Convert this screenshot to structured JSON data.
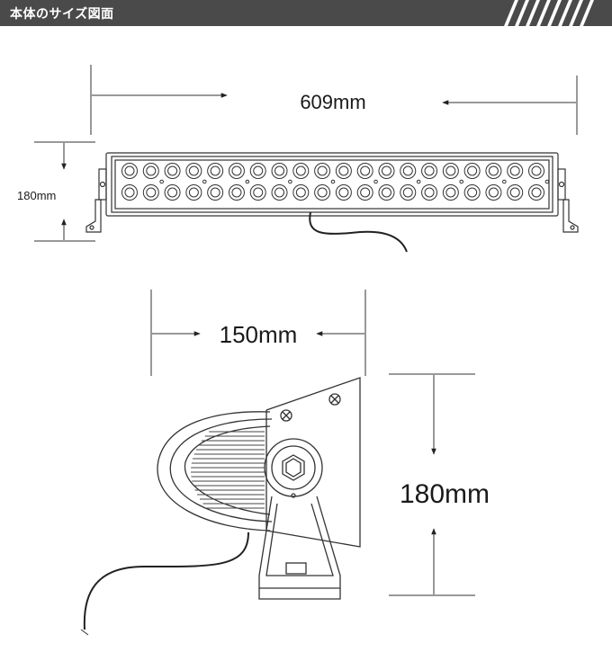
{
  "header": {
    "title": "本体のサイズ図面",
    "color": "#4a4a4a"
  },
  "dimensions": {
    "front_width": "609mm",
    "front_height": "180mm",
    "side_depth": "150mm",
    "side_height": "180mm"
  },
  "led_bar": {
    "rows": 2,
    "leds_per_row": 20
  }
}
